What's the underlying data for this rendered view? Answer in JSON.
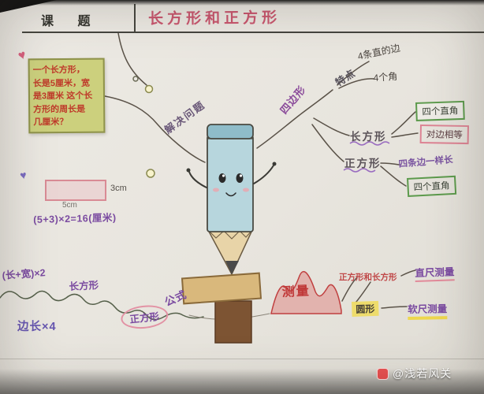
{
  "header": {
    "subject_label": "课 题",
    "title": "长方形和正方形"
  },
  "problem_note": {
    "lines": [
      "一个长方形，",
      "长是5厘米，宽",
      "是3厘米 这个长",
      "方形的周长是",
      "几厘米？"
    ]
  },
  "worked_example": {
    "width_label": "3cm",
    "length_label": "5cm",
    "formula": "(5+3)×2=16(厘米)"
  },
  "center": {
    "solve_problem": "解决问题",
    "quadrilateral": "四边形"
  },
  "features_branch": {
    "label": "特点",
    "edges": "4条直的边",
    "corners": "4个角"
  },
  "rectangle_branch": {
    "label": "长方形",
    "right_angles": "四个直角",
    "equal_sides": "对边相等"
  },
  "square_branch": {
    "label": "正方形",
    "equal_length": "四条边一样长",
    "right_angles": "四个直角"
  },
  "formula_branch": {
    "label": "公式",
    "rectangle_label": "长方形",
    "rectangle_formula": "(长+宽)×2",
    "square_label": "正方形",
    "square_formula": "边长×4"
  },
  "measure_branch": {
    "label": "测量",
    "rect_square": "正方形和长方形",
    "ruler": "直尺测量",
    "circle": "圆形",
    "tape": "软尺测量"
  },
  "decorations": {
    "heart": "♥"
  },
  "watermark": {
    "text": "@浅若风关"
  },
  "colors": {
    "accent_red": "#c9566e",
    "note_bg": "#ccd07d",
    "note_text": "#bf3a2a",
    "purple": "#7a4aa0",
    "green_box": "#5c9a4c",
    "pink_box": "#dd8494",
    "pencil_body": "#b7d6dd"
  }
}
